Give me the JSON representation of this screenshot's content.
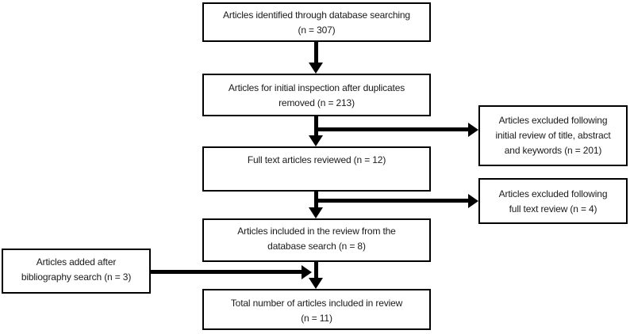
{
  "diagram": {
    "title_hint": "Literature review article selection flow",
    "colors": {
      "background": "#ffffff",
      "line": "#000000",
      "text": "#1a1a1a"
    },
    "identified": {
      "line1": "Articles identified through database searching",
      "line2": "(n = 307)"
    },
    "initial_inspection": {
      "line1": "Articles for initial inspection after duplicates",
      "line2": "removed (n = 213)"
    },
    "excluded_initial": {
      "line1": "Articles excluded following",
      "line2": "initial review of title, abstract",
      "line3": "and keywords (n = 201)"
    },
    "full_text": {
      "line1": "Full text articles reviewed (n = 12)"
    },
    "excluded_full_text": {
      "line1": "Articles excluded following",
      "line2": "full text review (n = 4)"
    },
    "included_database": {
      "line1": "Articles included in the review from the",
      "line2": "database search (n = 8)"
    },
    "bibliography": {
      "line1": "Articles added after",
      "line2": "bibliography search (n = 3)"
    },
    "total": {
      "line1": "Total number of articles included in review",
      "line2": "(n = 11)"
    },
    "counts": {
      "identified": 307,
      "after_duplicates_removed": 213,
      "excluded_initial_review": 201,
      "full_text_reviewed": 12,
      "excluded_full_text": 4,
      "included_from_database": 8,
      "added_from_bibliography": 3,
      "total_included": 11
    }
  }
}
